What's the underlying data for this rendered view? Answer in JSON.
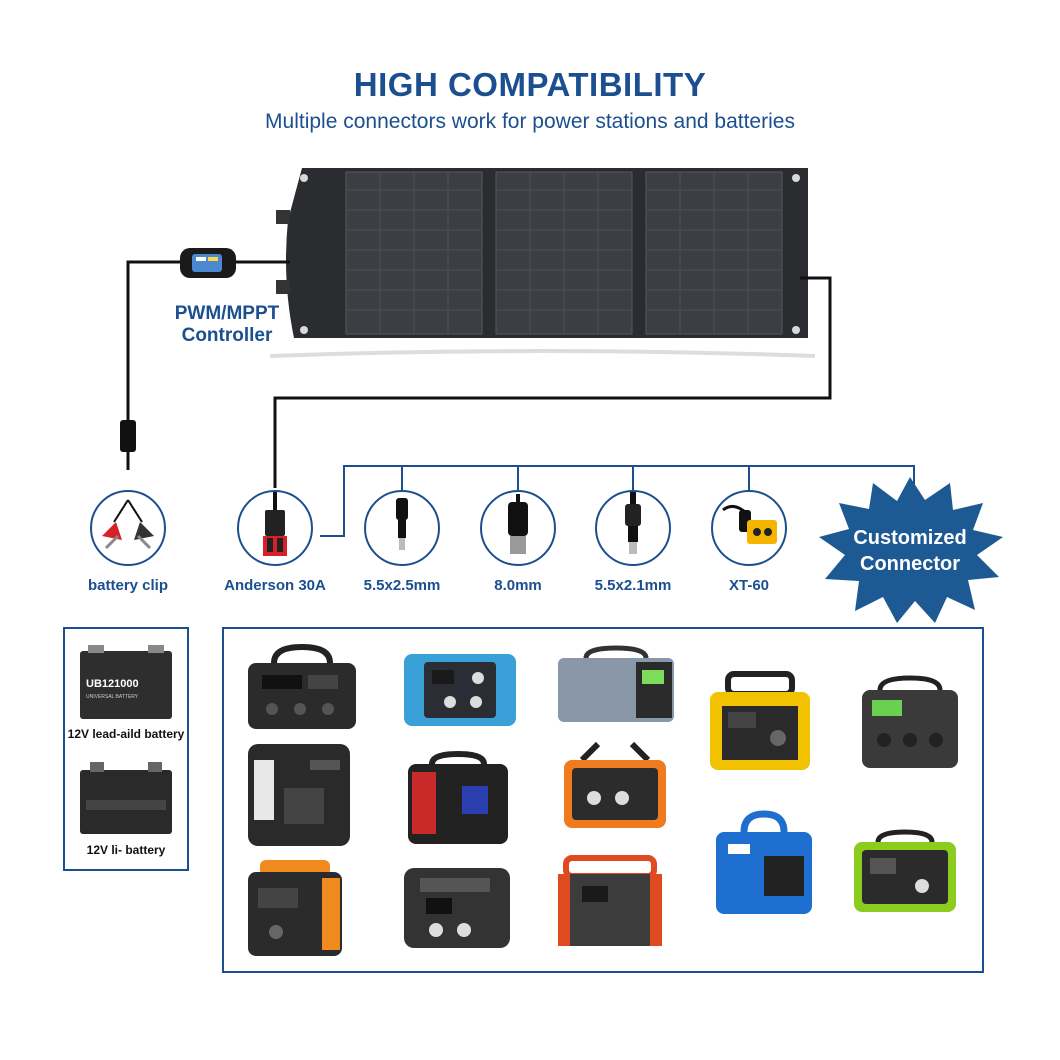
{
  "header": {
    "title": "HIGH COMPATIBILITY",
    "subtitle": "Multiple connectors work for power stations and batteries"
  },
  "controller": {
    "label_line1": "PWM/MPPT",
    "label_line2": "Controller"
  },
  "connectors": [
    {
      "label": "battery clip",
      "icon": "battery-clip-icon"
    },
    {
      "label": "Anderson 30A",
      "icon": "anderson-connector-icon"
    },
    {
      "label": "5.5x2.5mm",
      "icon": "dc-plug-icon"
    },
    {
      "label": "8.0mm",
      "icon": "dc-plug-icon"
    },
    {
      "label": "5.5x2.1mm",
      "icon": "dc-plug-icon"
    },
    {
      "label": "XT-60",
      "icon": "xt60-connector-icon"
    }
  ],
  "custom_badge": {
    "line1": "Customized",
    "line2": "Connector"
  },
  "batteries": [
    {
      "label": "12V lead-aild battery",
      "brand": "UB121000",
      "sub": "UNIVERSAL BATTERY"
    },
    {
      "label": "12V li- battery"
    }
  ],
  "colors": {
    "brand_blue": "#1b4f8f",
    "badge_blue": "#1d5a94",
    "panel_dark": "#2a2c2f"
  },
  "devices": [
    {
      "name": "black-power-station",
      "accent": "#2b2b2b"
    },
    {
      "name": "blue-power-station",
      "accent": "#3aa0d8"
    },
    {
      "name": "silver-power-station",
      "accent": "#8a97a8"
    },
    {
      "name": "yellow-power-station",
      "accent": "#f2c200"
    },
    {
      "name": "gray-power-station",
      "accent": "#3a3a3a"
    },
    {
      "name": "black-lantern-station",
      "accent": "#2a2a2a"
    },
    {
      "name": "red-power-station",
      "accent": "#c82a2a"
    },
    {
      "name": "orange-power-station",
      "accent": "#f07a1e"
    },
    {
      "name": "orange-black-station",
      "accent": "#f0891e"
    },
    {
      "name": "dark-power-station",
      "accent": "#333333"
    },
    {
      "name": "red-gray-station",
      "accent": "#e04a20"
    },
    {
      "name": "blue-portable-station",
      "accent": "#1e6fd0"
    },
    {
      "name": "green-power-station",
      "accent": "#8ccc1e"
    }
  ]
}
